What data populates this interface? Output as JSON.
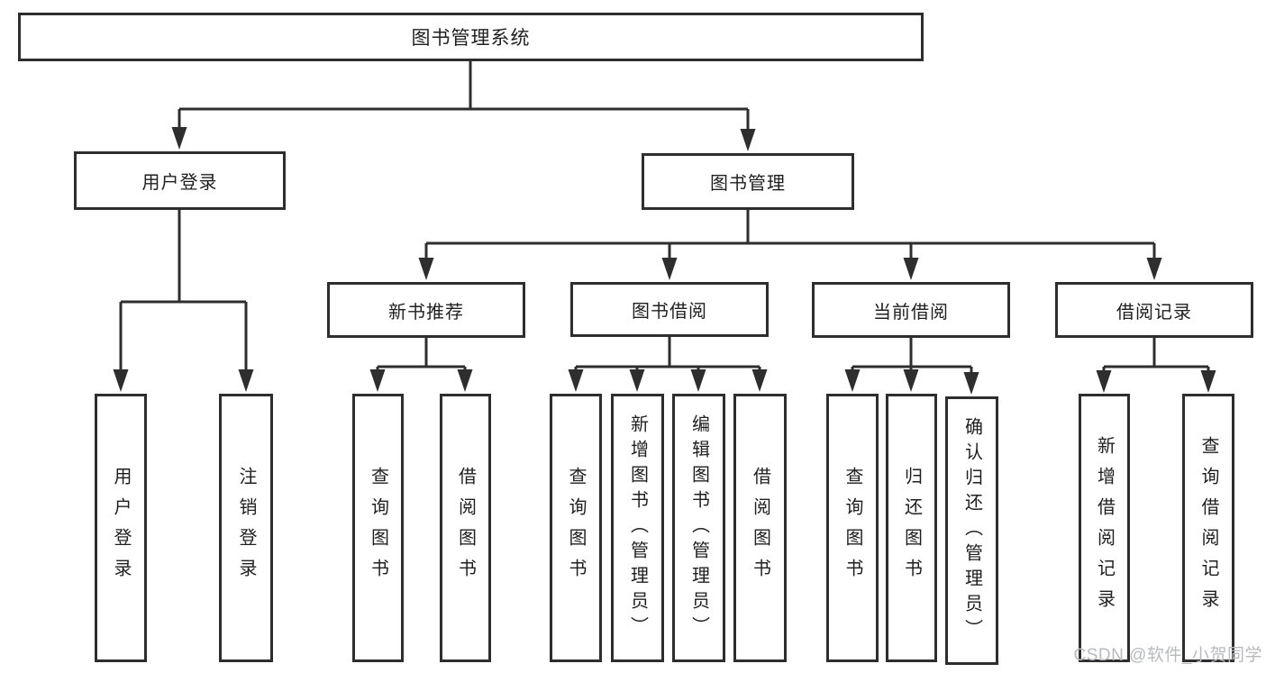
{
  "nodes": {
    "root": "图书管理系统",
    "user_login": "用户登录",
    "book_mgmt": "图书管理",
    "new_book_rec": "新书推荐",
    "book_borrow": "图书借阅",
    "current_borrow": "当前借阅",
    "borrow_records": "借阅记录",
    "leaf_login": "用户登录",
    "leaf_logout": "注销登录",
    "leaf_nbr_query": "查询图书",
    "leaf_nbr_borrow": "借阅图书",
    "leaf_bb_query": "查询图书",
    "leaf_bb_add": "新增图书（管理员）",
    "leaf_bb_edit": "编辑图书（管理员）",
    "leaf_bb_borrow": "借阅图书",
    "leaf_cb_query": "查询图书",
    "leaf_cb_return": "归还图书",
    "leaf_cb_confirm": "确认归还（管理员）",
    "leaf_br_add": "新增借阅记录",
    "leaf_br_query": "查询借阅记录"
  },
  "watermark": "CSDN @软件_小贺同学",
  "colors": {
    "line": "#2e2e2e",
    "text": "#1f1f1f",
    "watermark": "#b8babf",
    "background": "#ffffff"
  }
}
